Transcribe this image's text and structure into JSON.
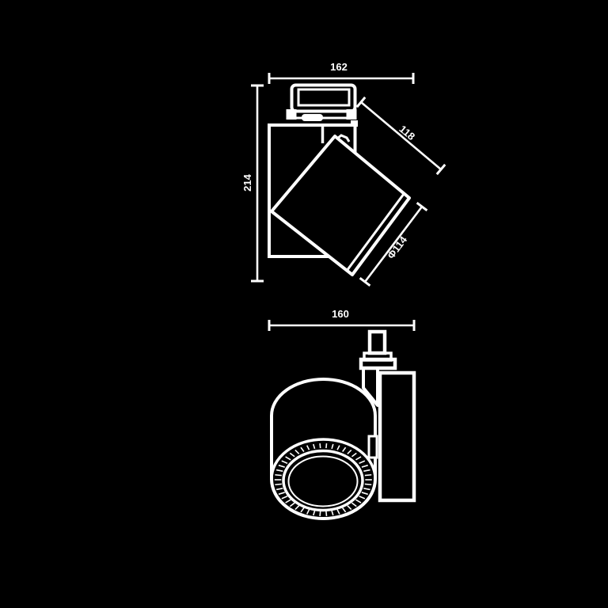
{
  "colors": {
    "background": "#000000",
    "line": "#ffffff"
  },
  "drawing": {
    "side_view": {
      "dim_width": "162",
      "dim_height": "214",
      "dim_head_length": "118",
      "dim_head_diameter": "Φ114"
    },
    "front_view": {
      "dim_width": "160"
    }
  }
}
